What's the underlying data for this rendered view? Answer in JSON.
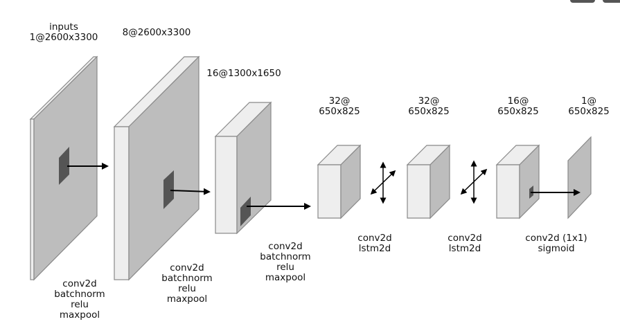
{
  "title_labels": {
    "input": [
      "inputs",
      "1@2600x3300"
    ],
    "l1": [
      "8@2600x3300"
    ],
    "l2": [
      "16@1300x1650"
    ],
    "l3": [
      "32@",
      "650x825"
    ],
    "l4": [
      "32@",
      "650x825"
    ],
    "l5": [
      "16@",
      "650x825"
    ],
    "l6": [
      "1@",
      "650x825"
    ]
  },
  "ops": {
    "op1": [
      "conv2d",
      "batchnorm",
      "relu",
      "maxpool"
    ],
    "op2": [
      "conv2d",
      "batchnorm",
      "relu",
      "maxpool"
    ],
    "op3": [
      "conv2d",
      "batchnorm",
      "relu",
      "maxpool"
    ],
    "op4": [
      "conv2d",
      "lstm2d"
    ],
    "op5": [
      "conv2d",
      "lstm2d"
    ],
    "op6": [
      "conv2d (1x1)",
      "sigmoid"
    ]
  },
  "colors": {
    "front": "#eeeeee",
    "side": "#bdbdbd",
    "kernel": "#555555",
    "edge": "#888888"
  }
}
